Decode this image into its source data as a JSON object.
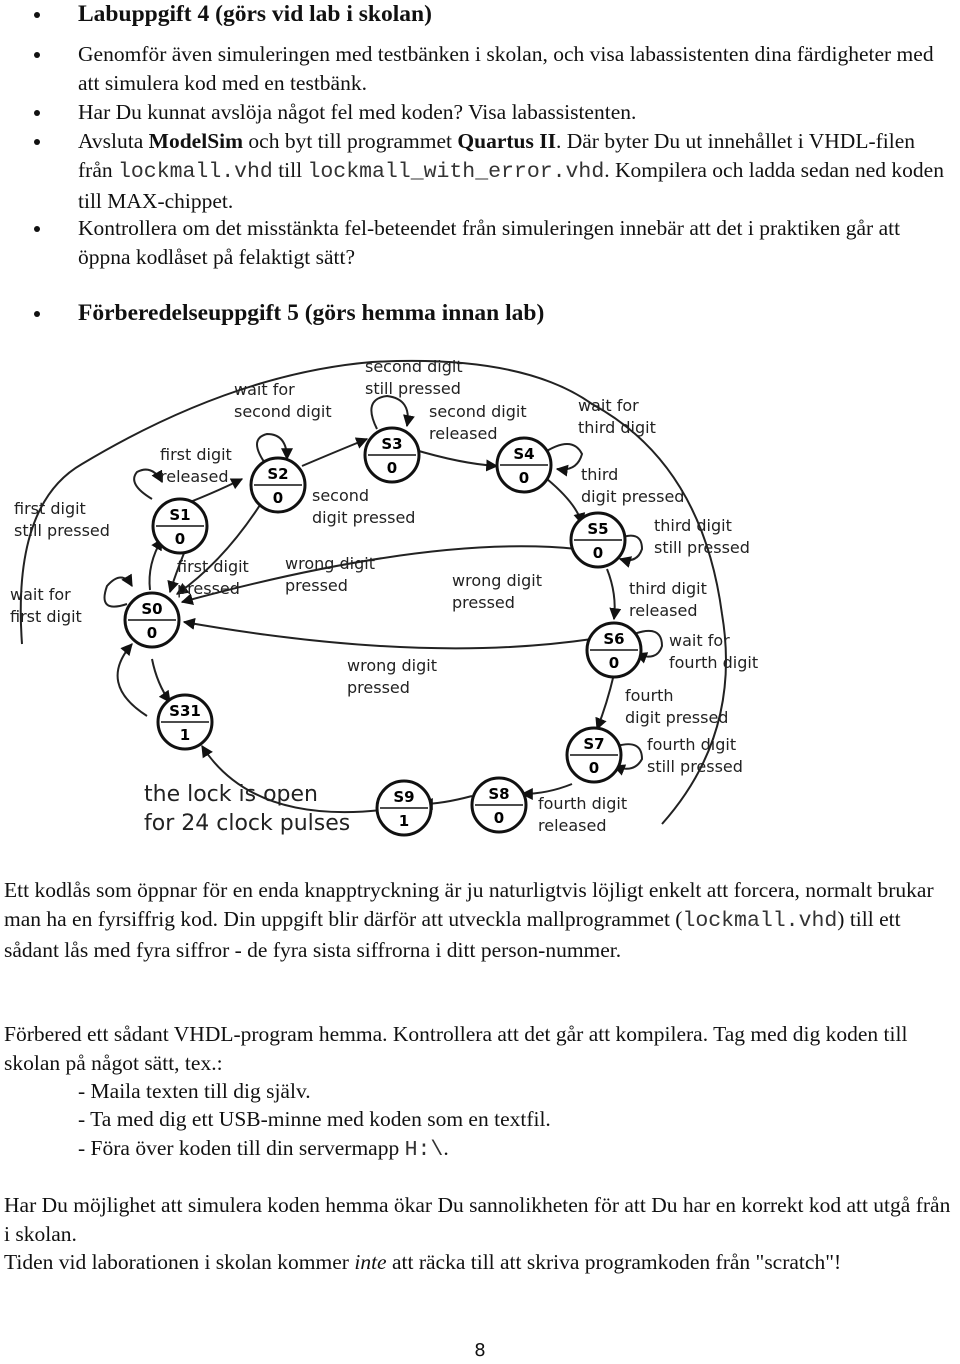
{
  "bullets": {
    "item1": "Labuppgift 4 (görs vid lab i skolan)",
    "item2": "Genomför även simuleringen med testbänken i skolan, och visa labassistenten dina färdigheter med att simulera kod med en testbänk.",
    "item3": "Har Du kunnat avslöja något fel med koden? Visa labassistenten.",
    "item4": {
      "t1": "Avsluta ",
      "b1": "ModelSim",
      "t2": " och byt till programmet ",
      "b2": "Quartus II",
      "t3": ". Där byter Du ut innehållet i VHDL-filen från ",
      "c1": "lockmall.vhd",
      "t4": " till ",
      "c2": "lockmall_with_error.vhd",
      "t5": ". Kompilera och ladda sedan ned koden till MAX-chippet."
    },
    "item5": "Kontrollera om det misstänkta fel-beteendet från simuleringen innebär att det i praktiken går att öppna kodlåset på felaktigt sätt?",
    "item6": "Förberedelseuppgift 5 (görs hemma innan lab)"
  },
  "diagram": {
    "states": [
      {
        "name": "S0",
        "out": "0"
      },
      {
        "name": "S1",
        "out": "0"
      },
      {
        "name": "S2",
        "out": "0"
      },
      {
        "name": "S3",
        "out": "0"
      },
      {
        "name": "S4",
        "out": "0"
      },
      {
        "name": "S5",
        "out": "0"
      },
      {
        "name": "S6",
        "out": "0"
      },
      {
        "name": "S7",
        "out": "0"
      },
      {
        "name": "S8",
        "out": "0"
      },
      {
        "name": "S9",
        "out": "1"
      },
      {
        "name": "S31",
        "out": "1"
      }
    ],
    "labels": {
      "wait_first": [
        "wait for",
        "first digit"
      ],
      "first_still": [
        "first digit",
        "still pressed"
      ],
      "first_released": [
        "first digit",
        "released"
      ],
      "first_pressed": [
        "first digit",
        "pressed"
      ],
      "wait_second": [
        "wait for",
        "second digit"
      ],
      "second_still": [
        "second digit",
        "still pressed"
      ],
      "second_released": [
        "second digit",
        "released"
      ],
      "second_pressed": [
        "second",
        "digit pressed"
      ],
      "wrong1": [
        "wrong digit",
        "pressed"
      ],
      "wrong2": [
        "wrong digit",
        "pressed"
      ],
      "wrong3": [
        "wrong digit",
        "pressed"
      ],
      "wait_third": [
        "wait for",
        "third digit"
      ],
      "third_pressed": [
        "third",
        "digit pressed"
      ],
      "third_still": [
        "third digit",
        "still pressed"
      ],
      "third_released": [
        "third digit",
        "released"
      ],
      "wait_fourth": [
        "wait for",
        "fourth digit"
      ],
      "fourth_pressed": [
        "fourth",
        "digit pressed"
      ],
      "fourth_still": [
        "fourth digit",
        "still pressed"
      ],
      "fourth_released": [
        "fourth digit",
        "released"
      ],
      "lock_open": [
        "the lock is open",
        "for 24 clock pulses"
      ]
    }
  },
  "body": {
    "p1": {
      "t1": "Ett kodlås som öppnar för en enda knapptryckning är ju naturligtvis löjligt enkelt att forcera, normalt brukar man ha en fyrsiffrig kod. Din uppgift blir därför att utveckla mallprogrammet (",
      "c1": "lockmall.vhd",
      "t2": ") till ett sådant lås med fyra siffror - de fyra sista siffrorna i ditt person-nummer."
    },
    "p2": "Förbered ett sådant VHDL-program hemma. Kontrollera att det går att kompilera. Tag med dig koden till skolan på något sätt, tex.:",
    "sub1": "- Maila texten till dig själv.",
    "sub2": "- Ta med dig ett USB-minne med koden som en textfil.",
    "sub3": {
      "t1": "- Föra över koden till din servermapp ",
      "c1": "H:\\",
      "t2": "."
    },
    "p3": "Har Du möjlighet att simulera koden hemma ökar Du sannolikheten för att Du har en korrekt kod att utgå från i skolan.",
    "p4": {
      "t1": "Tiden vid laborationen i skolan kommer ",
      "i1": "inte",
      "t2": " att räcka till att skriva programkoden från \"scratch\"!"
    }
  },
  "page_number": "8"
}
